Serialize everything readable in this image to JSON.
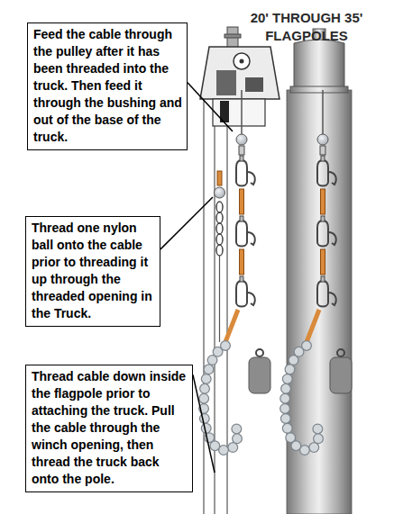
{
  "diagram": {
    "title": "20' THROUGH 35' FLAGPOLES",
    "nodes": [
      {
        "text": [
          "Feed the cable through the pulley after it has been threaded into the truck. Then feed it through the bushing and out of the base of the truck."
        ]
      },
      {
        "text": [
          "Thread one nylon ball onto the cable prior to threading it up through the threaded opening in the Truck."
        ]
      },
      {
        "text": [
          "Thread cable down inside the flagpole prior to attaching the truck. Pull the cable through the winch opening, then thread the truck back onto the pole."
        ]
      }
    ]
  }
}
